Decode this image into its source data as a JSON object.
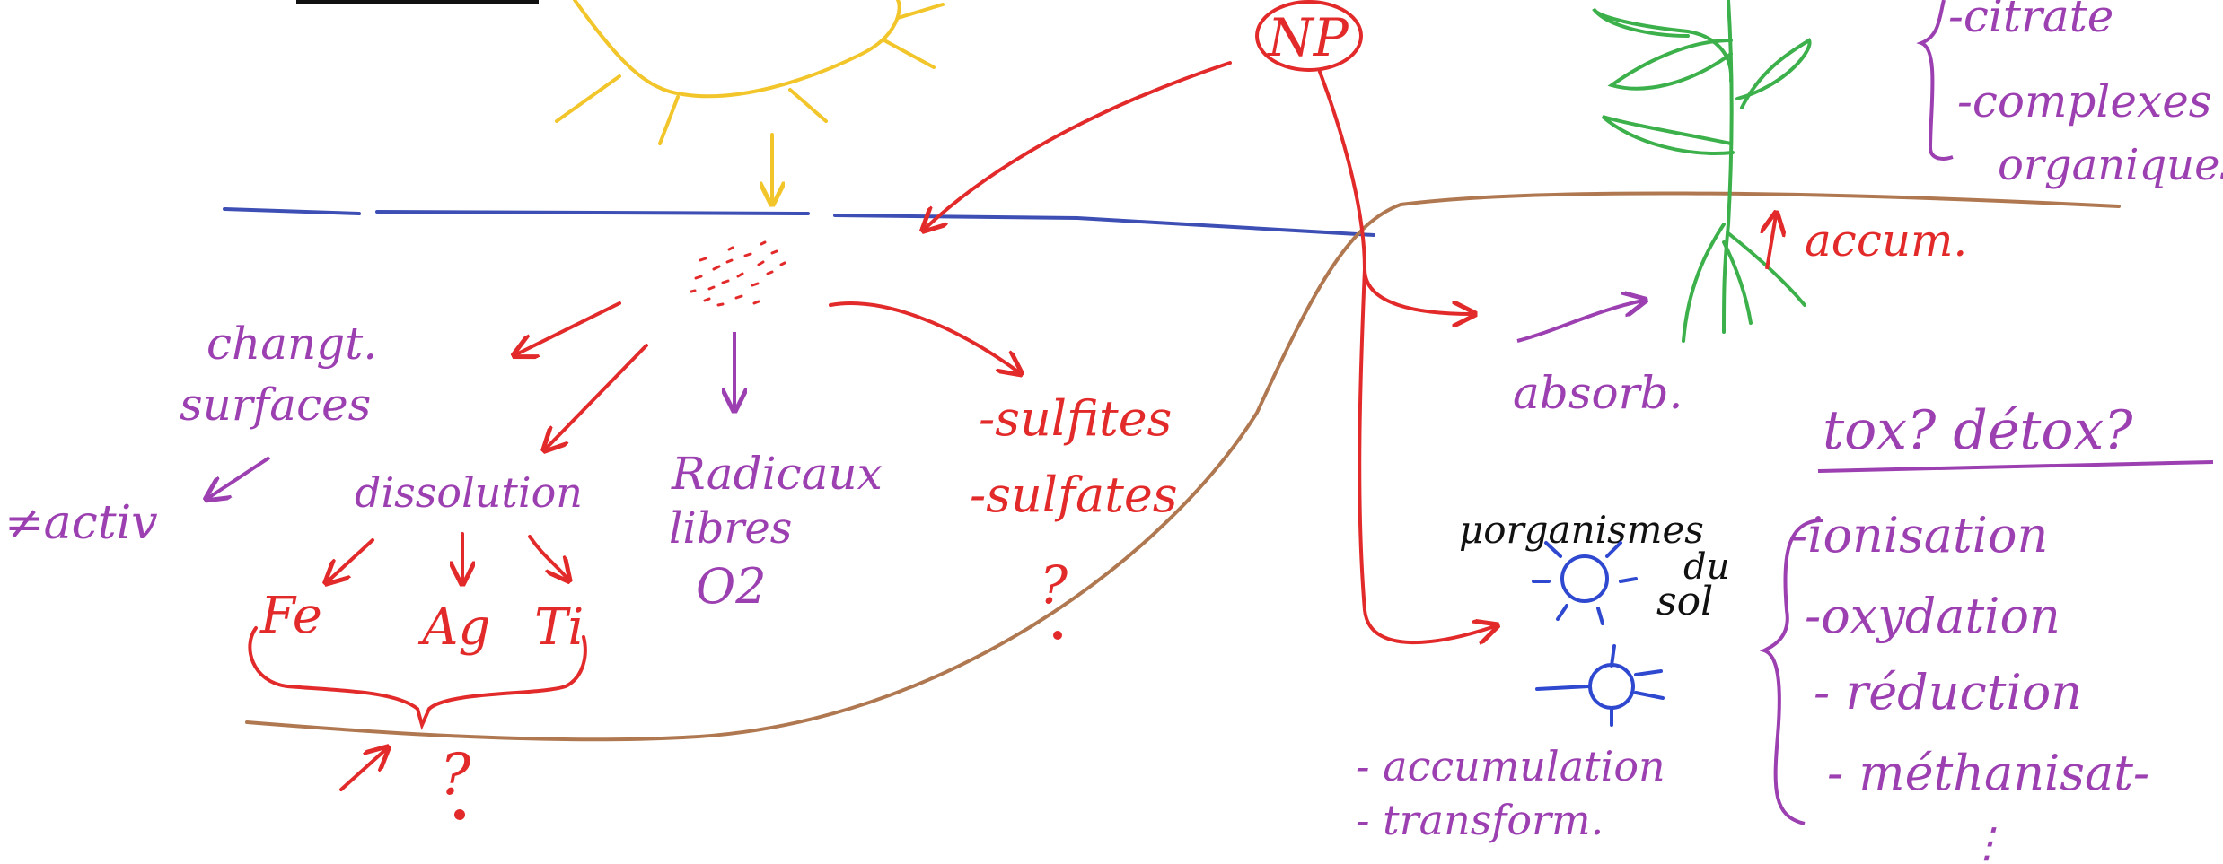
{
  "colors": {
    "red": "#e32a2a",
    "purple": "#9b3fb1",
    "blue_water": "#3d4fb5",
    "brown_soil": "#b07850",
    "green_plant": "#3cb04a",
    "yellow_sun": "#f2c62a",
    "black": "#111111",
    "org_blue": "#2f48d0",
    "background": "#ffffff"
  },
  "labels": {
    "np": "NP",
    "changt": "changt.",
    "surfaces": "surfaces",
    "activ": "≠activ",
    "dissolution": "dissolution",
    "radicaux": "Radicaux",
    "libres": "libres",
    "o2": "O2",
    "sulfites": "-sulfites",
    "sulfates": "-sulfates",
    "q_sulf": "?",
    "fe": "Fe",
    "ag": "Ag",
    "ti": "Ti",
    "q_bottom": "?",
    "citrate": "-citrate",
    "complexes": "-complexes",
    "organiques": "organiques",
    "accum": "accum.",
    "absorb": "absorb.",
    "micro": "μorganismes",
    "du": "du",
    "sol": "sol",
    "accumulation": "- accumulation",
    "transform": "- transform.",
    "tox_detox": "tox? détox?",
    "ionisation": "-ionisation",
    "oxydation": "-oxydation",
    "reduction": "- réduction",
    "methanisat": "- méthanisat-",
    "dots": "⋮"
  }
}
